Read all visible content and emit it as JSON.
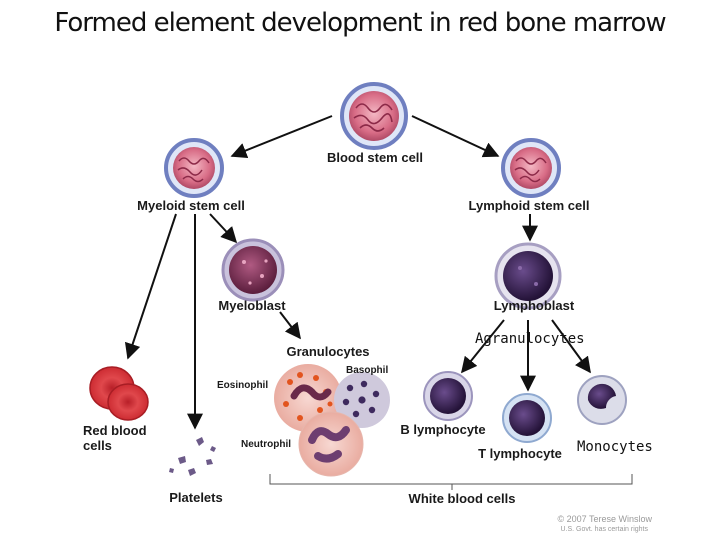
{
  "title": "Formed element development in red bone marrow",
  "nodes": {
    "blood_stem_cell": "Blood stem cell",
    "myeloid_stem_cell": "Myeloid stem cell",
    "lymphoid_stem_cell": "Lymphoid stem cell",
    "myeloblast": "Myeloblast",
    "lymphoblast": "Lymphoblast",
    "granulocytes": "Granulocytes",
    "agranulocytes": "Agranulocytes",
    "eosinophil": "Eosinophil",
    "basophil": "Basophil",
    "neutrophil": "Neutrophil",
    "red_blood_cells_1": "Red blood",
    "red_blood_cells_2": "cells",
    "platelets": "Platelets",
    "b_lymphocyte": "B lymphocyte",
    "t_lymphocyte": "T lymphocyte",
    "monocytes": "Monocytes",
    "white_blood_cells": "White blood cells"
  },
  "credit": {
    "line1": "© 2007 Terese Winslow",
    "line2": "U.S. Govt. has certain rights"
  },
  "colors": {
    "stem_outer": "#6f7fc0",
    "stem_inner": "#d86c86",
    "blast": "#7a2e52",
    "rbc": "#d62f35",
    "lymphocyte": "#3a1f5c",
    "arrow": "#111111"
  }
}
